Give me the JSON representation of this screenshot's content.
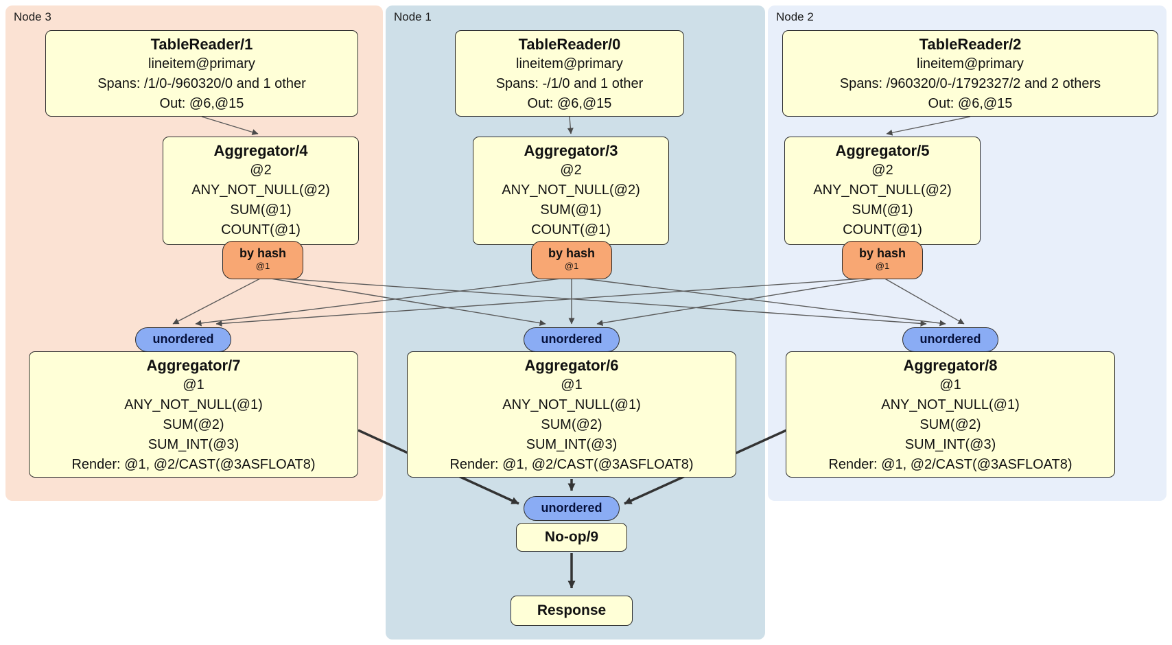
{
  "regions": [
    {
      "label": "Node 3"
    },
    {
      "label": "Node 1"
    },
    {
      "label": "Node 2"
    }
  ],
  "groups": [
    {
      "table_reader": {
        "title": "TableReader/1",
        "lines": [
          "lineitem@primary",
          "Spans: /1/0-/960320/0 and 1 other",
          "Out: @6,@15"
        ]
      },
      "aggregator_top": {
        "title": "Aggregator/4",
        "lines": [
          "@2",
          "ANY_NOT_NULL(@2)",
          "SUM(@1)",
          "COUNT(@1)"
        ]
      },
      "router": {
        "label": "by hash",
        "detail": "@1"
      },
      "stream": {
        "label": "unordered"
      },
      "aggregator_bottom": {
        "title": "Aggregator/7",
        "lines": [
          "@1",
          "ANY_NOT_NULL(@1)",
          "SUM(@2)",
          "SUM_INT(@3)",
          "Render: @1, @2/CAST(@3ASFLOAT8)"
        ]
      }
    },
    {
      "table_reader": {
        "title": "TableReader/0",
        "lines": [
          "lineitem@primary",
          "Spans: -/1/0 and 1 other",
          "Out: @6,@15"
        ]
      },
      "aggregator_top": {
        "title": "Aggregator/3",
        "lines": [
          "@2",
          "ANY_NOT_NULL(@2)",
          "SUM(@1)",
          "COUNT(@1)"
        ]
      },
      "router": {
        "label": "by hash",
        "detail": "@1"
      },
      "stream": {
        "label": "unordered"
      },
      "aggregator_bottom": {
        "title": "Aggregator/6",
        "lines": [
          "@1",
          "ANY_NOT_NULL(@1)",
          "SUM(@2)",
          "SUM_INT(@3)",
          "Render: @1, @2/CAST(@3ASFLOAT8)"
        ]
      }
    },
    {
      "table_reader": {
        "title": "TableReader/2",
        "lines": [
          "lineitem@primary",
          "Spans: /960320/0-/1792327/2 and 2 others",
          "Out: @6,@15"
        ]
      },
      "aggregator_top": {
        "title": "Aggregator/5",
        "lines": [
          "@2",
          "ANY_NOT_NULL(@2)",
          "SUM(@1)",
          "COUNT(@1)"
        ]
      },
      "router": {
        "label": "by hash",
        "detail": "@1"
      },
      "stream": {
        "label": "unordered"
      },
      "aggregator_bottom": {
        "title": "Aggregator/8",
        "lines": [
          "@1",
          "ANY_NOT_NULL(@1)",
          "SUM(@2)",
          "SUM_INT(@3)",
          "Render: @1, @2/CAST(@3ASFLOAT8)"
        ]
      }
    }
  ],
  "final": {
    "stream_label": "unordered",
    "noop_label": "No-op/9",
    "response_label": "Response"
  },
  "colors": {
    "node3_bg": "#fbe2d3",
    "node1_bg": "#cedfe8",
    "node2_bg": "#e8effa",
    "box_bg": "#ffffd7",
    "box_border": "#2b2b2b",
    "router_bg": "#f8a773",
    "stream_bg": "#8aacf4",
    "edge_thin": "#5a5a5a",
    "edge_thick": "#333333"
  }
}
